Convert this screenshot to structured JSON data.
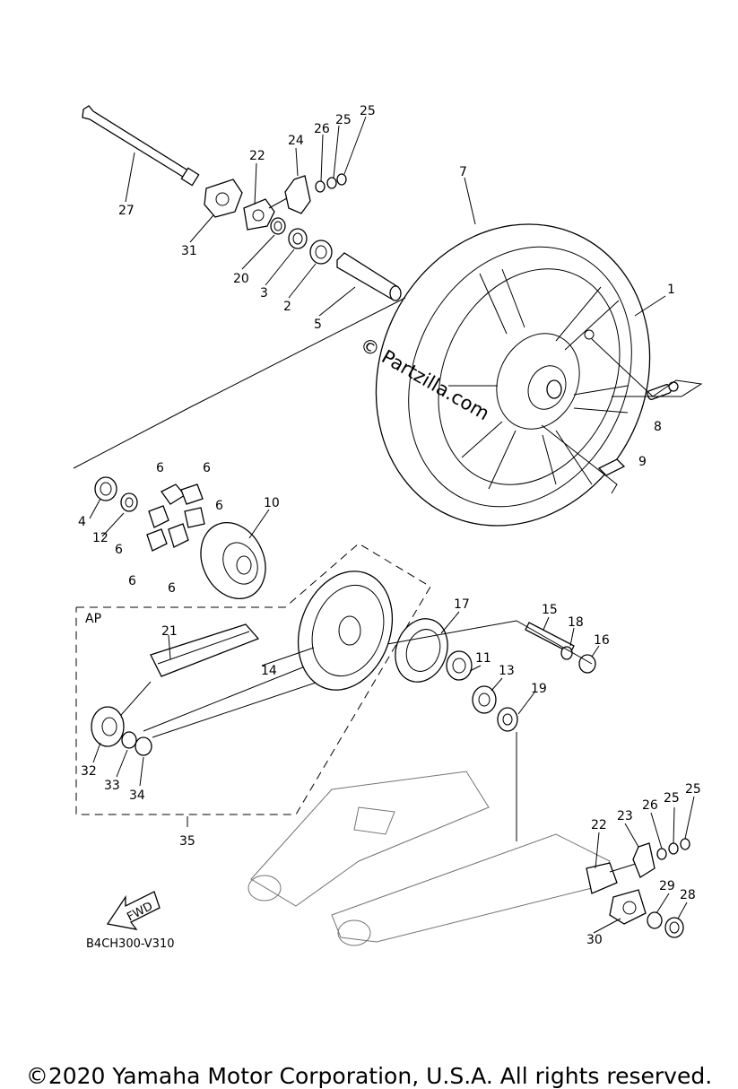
{
  "diagram": {
    "code": "B4CH300-V310",
    "watermark": "© Partzilla.com",
    "fwd_label": "FWD",
    "ap_label": "AP",
    "callouts": [
      {
        "id": "c27",
        "text": "27"
      },
      {
        "id": "c31",
        "text": "31"
      },
      {
        "id": "c22a",
        "text": "22"
      },
      {
        "id": "c24a",
        "text": "24"
      },
      {
        "id": "c26a",
        "text": "26"
      },
      {
        "id": "c25a",
        "text": "25"
      },
      {
        "id": "c25b",
        "text": "25"
      },
      {
        "id": "c20",
        "text": "20"
      },
      {
        "id": "c3",
        "text": "3"
      },
      {
        "id": "c2",
        "text": "2"
      },
      {
        "id": "c5",
        "text": "5"
      },
      {
        "id": "c7",
        "text": "7"
      },
      {
        "id": "c1",
        "text": "1"
      },
      {
        "id": "c8",
        "text": "8"
      },
      {
        "id": "c9",
        "text": "9"
      },
      {
        "id": "c6a",
        "text": "6"
      },
      {
        "id": "c6b",
        "text": "6"
      },
      {
        "id": "c6c",
        "text": "6"
      },
      {
        "id": "c6d",
        "text": "6"
      },
      {
        "id": "c6e",
        "text": "6"
      },
      {
        "id": "c6f",
        "text": "6"
      },
      {
        "id": "c4",
        "text": "4"
      },
      {
        "id": "c12",
        "text": "12"
      },
      {
        "id": "c10",
        "text": "10"
      },
      {
        "id": "c21",
        "text": "21"
      },
      {
        "id": "c14",
        "text": "14"
      },
      {
        "id": "c17",
        "text": "17"
      },
      {
        "id": "c11",
        "text": "11"
      },
      {
        "id": "c13",
        "text": "13"
      },
      {
        "id": "c19",
        "text": "19"
      },
      {
        "id": "c15",
        "text": "15"
      },
      {
        "id": "c18",
        "text": "18"
      },
      {
        "id": "c16",
        "text": "16"
      },
      {
        "id": "c32",
        "text": "32"
      },
      {
        "id": "c33",
        "text": "33"
      },
      {
        "id": "c34",
        "text": "34"
      },
      {
        "id": "c35",
        "text": "35"
      },
      {
        "id": "c22b",
        "text": "22"
      },
      {
        "id": "c23",
        "text": "23"
      },
      {
        "id": "c26b",
        "text": "26"
      },
      {
        "id": "c25c",
        "text": "25"
      },
      {
        "id": "c25d",
        "text": "25"
      },
      {
        "id": "c29",
        "text": "29"
      },
      {
        "id": "c28",
        "text": "28"
      },
      {
        "id": "c30",
        "text": "30"
      }
    ]
  },
  "footer": {
    "copyright": "©2020 Yamaha Motor Corporation, U.S.A. All rights reserved."
  }
}
